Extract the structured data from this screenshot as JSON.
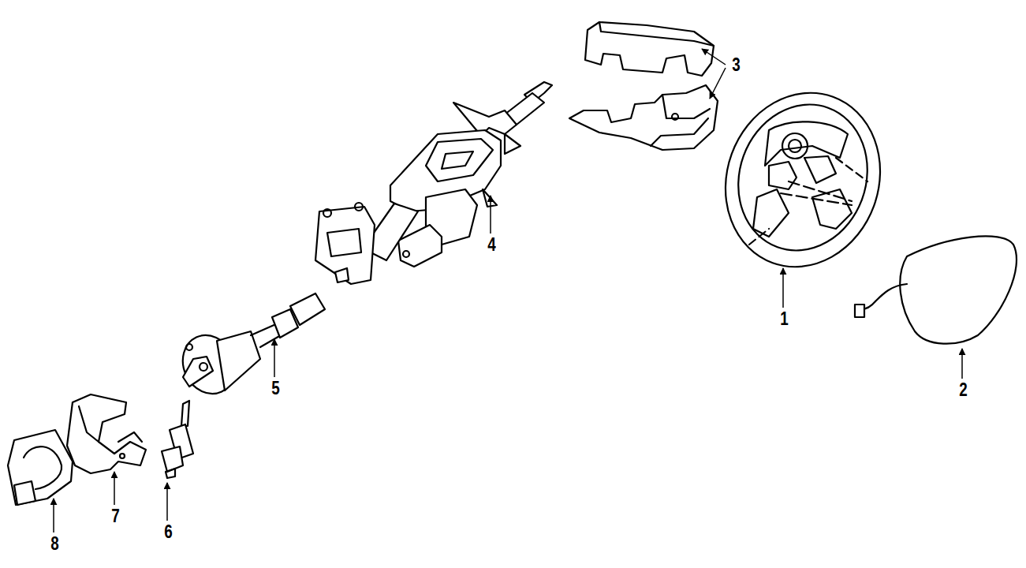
{
  "diagram": {
    "labels": [
      "3",
      "4",
      "1",
      "5",
      "2",
      "8",
      "7",
      "6"
    ]
  }
}
